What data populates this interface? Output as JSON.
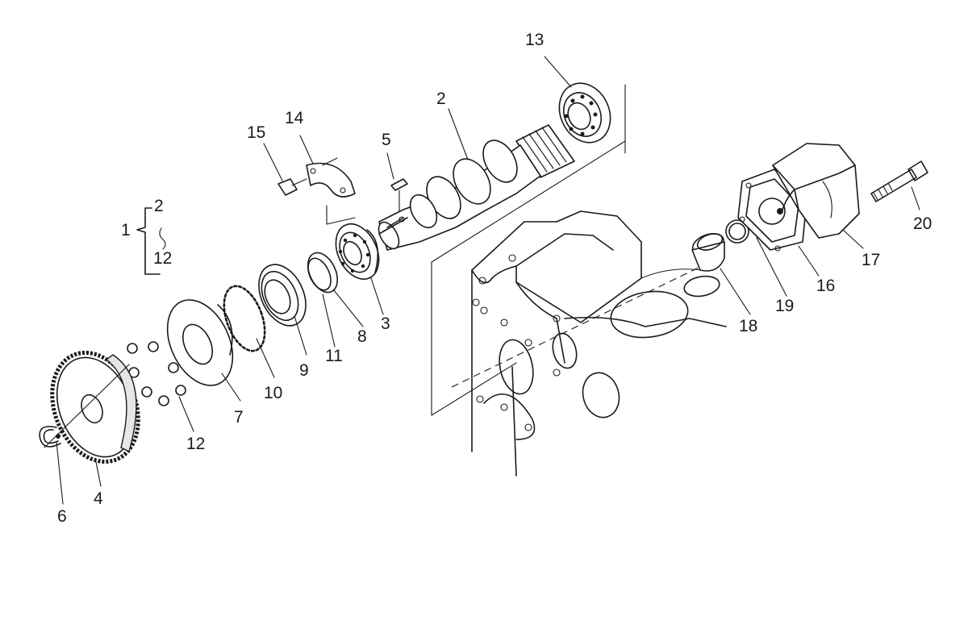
{
  "diagram": {
    "group_bracket": {
      "from": "2",
      "to": "12"
    },
    "callouts": [
      {
        "id": "1",
        "text": "1"
      },
      {
        "id": "2",
        "text": "2"
      },
      {
        "id": "3",
        "text": "3"
      },
      {
        "id": "4",
        "text": "4"
      },
      {
        "id": "5",
        "text": "5"
      },
      {
        "id": "6",
        "text": "6"
      },
      {
        "id": "7",
        "text": "7"
      },
      {
        "id": "8",
        "text": "8"
      },
      {
        "id": "9",
        "text": "9"
      },
      {
        "id": "10",
        "text": "10"
      },
      {
        "id": "11",
        "text": "11"
      },
      {
        "id": "12",
        "text": "12"
      },
      {
        "id": "13",
        "text": "13"
      },
      {
        "id": "14",
        "text": "14"
      },
      {
        "id": "15",
        "text": "15"
      },
      {
        "id": "16",
        "text": "16"
      },
      {
        "id": "17",
        "text": "17"
      },
      {
        "id": "18",
        "text": "18"
      },
      {
        "id": "19",
        "text": "19"
      },
      {
        "id": "20",
        "text": "20"
      }
    ]
  }
}
